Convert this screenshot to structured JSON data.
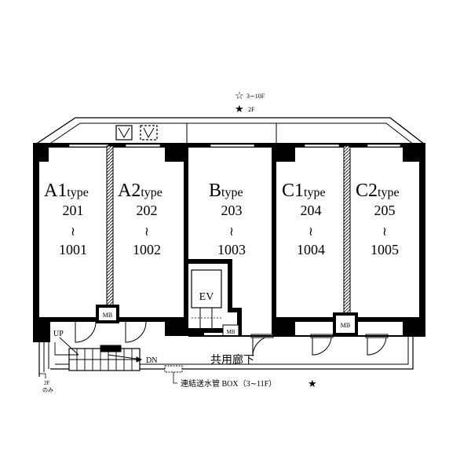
{
  "legend": {
    "hollow_star": "☆",
    "hollow_star_text": "3∼10F",
    "solid_star": "★",
    "solid_star_text": "2F"
  },
  "units": [
    {
      "type_main": "A1",
      "type_suffix": "type",
      "first": "201",
      "tilde": "∼",
      "last": "1001"
    },
    {
      "type_main": "A2",
      "type_suffix": "type",
      "first": "202",
      "tilde": "∼",
      "last": "1002"
    },
    {
      "type_main": "B",
      "type_suffix": "type",
      "first": "203",
      "tilde": "∼",
      "last": "1003"
    },
    {
      "type_main": "C1",
      "type_suffix": "type",
      "first": "204",
      "tilde": "∼",
      "last": "1004"
    },
    {
      "type_main": "C2",
      "type_suffix": "type",
      "first": "205",
      "tilde": "∼",
      "last": "1005"
    }
  ],
  "labels": {
    "ev": "EV",
    "mb": "MB",
    "up": "UP",
    "dn": "DN",
    "corridor": "共用廊下",
    "floor_note_top": "2F",
    "floor_note_bottom": "のみ",
    "standpipe": "連結送水管 BOX（3∼11F）",
    "standpipe_star": "★"
  }
}
